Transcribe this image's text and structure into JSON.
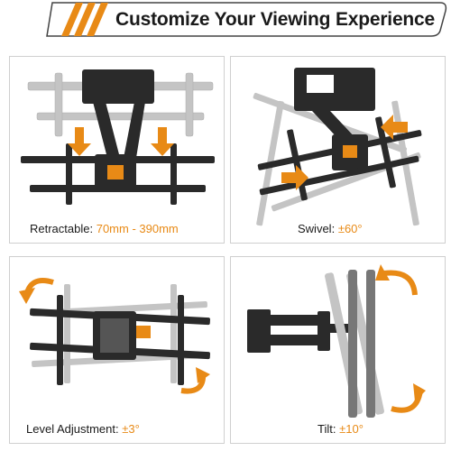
{
  "header": {
    "title": "Customize Your Viewing Experience"
  },
  "panels": [
    {
      "label": "Retractable:",
      "value": "70mm - 390mm"
    },
    {
      "label": "Swivel:",
      "value": "±60°"
    },
    {
      "label": "Level Adjustment:",
      "value": "±3°"
    },
    {
      "label": "Tilt:",
      "value": "±10°"
    }
  ],
  "colors": {
    "accent": "#e88a16",
    "mount": "#2a2a2a",
    "ghost": "#b8b8b8"
  },
  "icons": [
    "stripes-icon",
    "down-arrow-icon",
    "left-arrow-icon",
    "rotate-arrow-icon"
  ]
}
